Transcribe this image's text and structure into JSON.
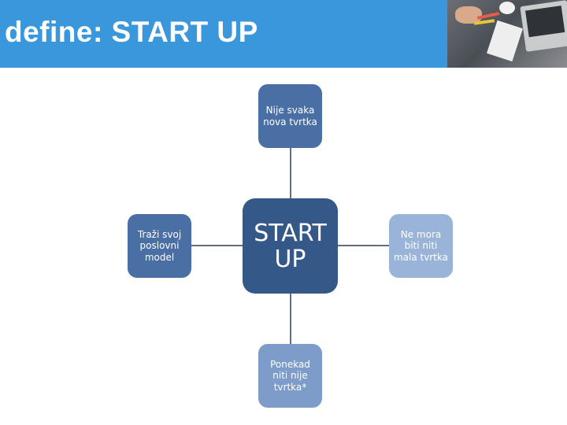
{
  "header": {
    "title": "define: START UP"
  },
  "diagram": {
    "center": "START UP",
    "top": "Nije svaka nova tvrtka",
    "left": "Traži svoj poslovni model",
    "right": "Ne mora biti niti mala tvrtka",
    "bottom": "Ponekad niti nije tvrtka*"
  },
  "colors": {
    "header_bg": "#3a97dc",
    "center_node": "#345988",
    "top_left_nodes": "#4a6fa5",
    "bottom_node": "#7d9cc9",
    "right_node": "#99b4d8",
    "connector": "#5f6f84"
  }
}
